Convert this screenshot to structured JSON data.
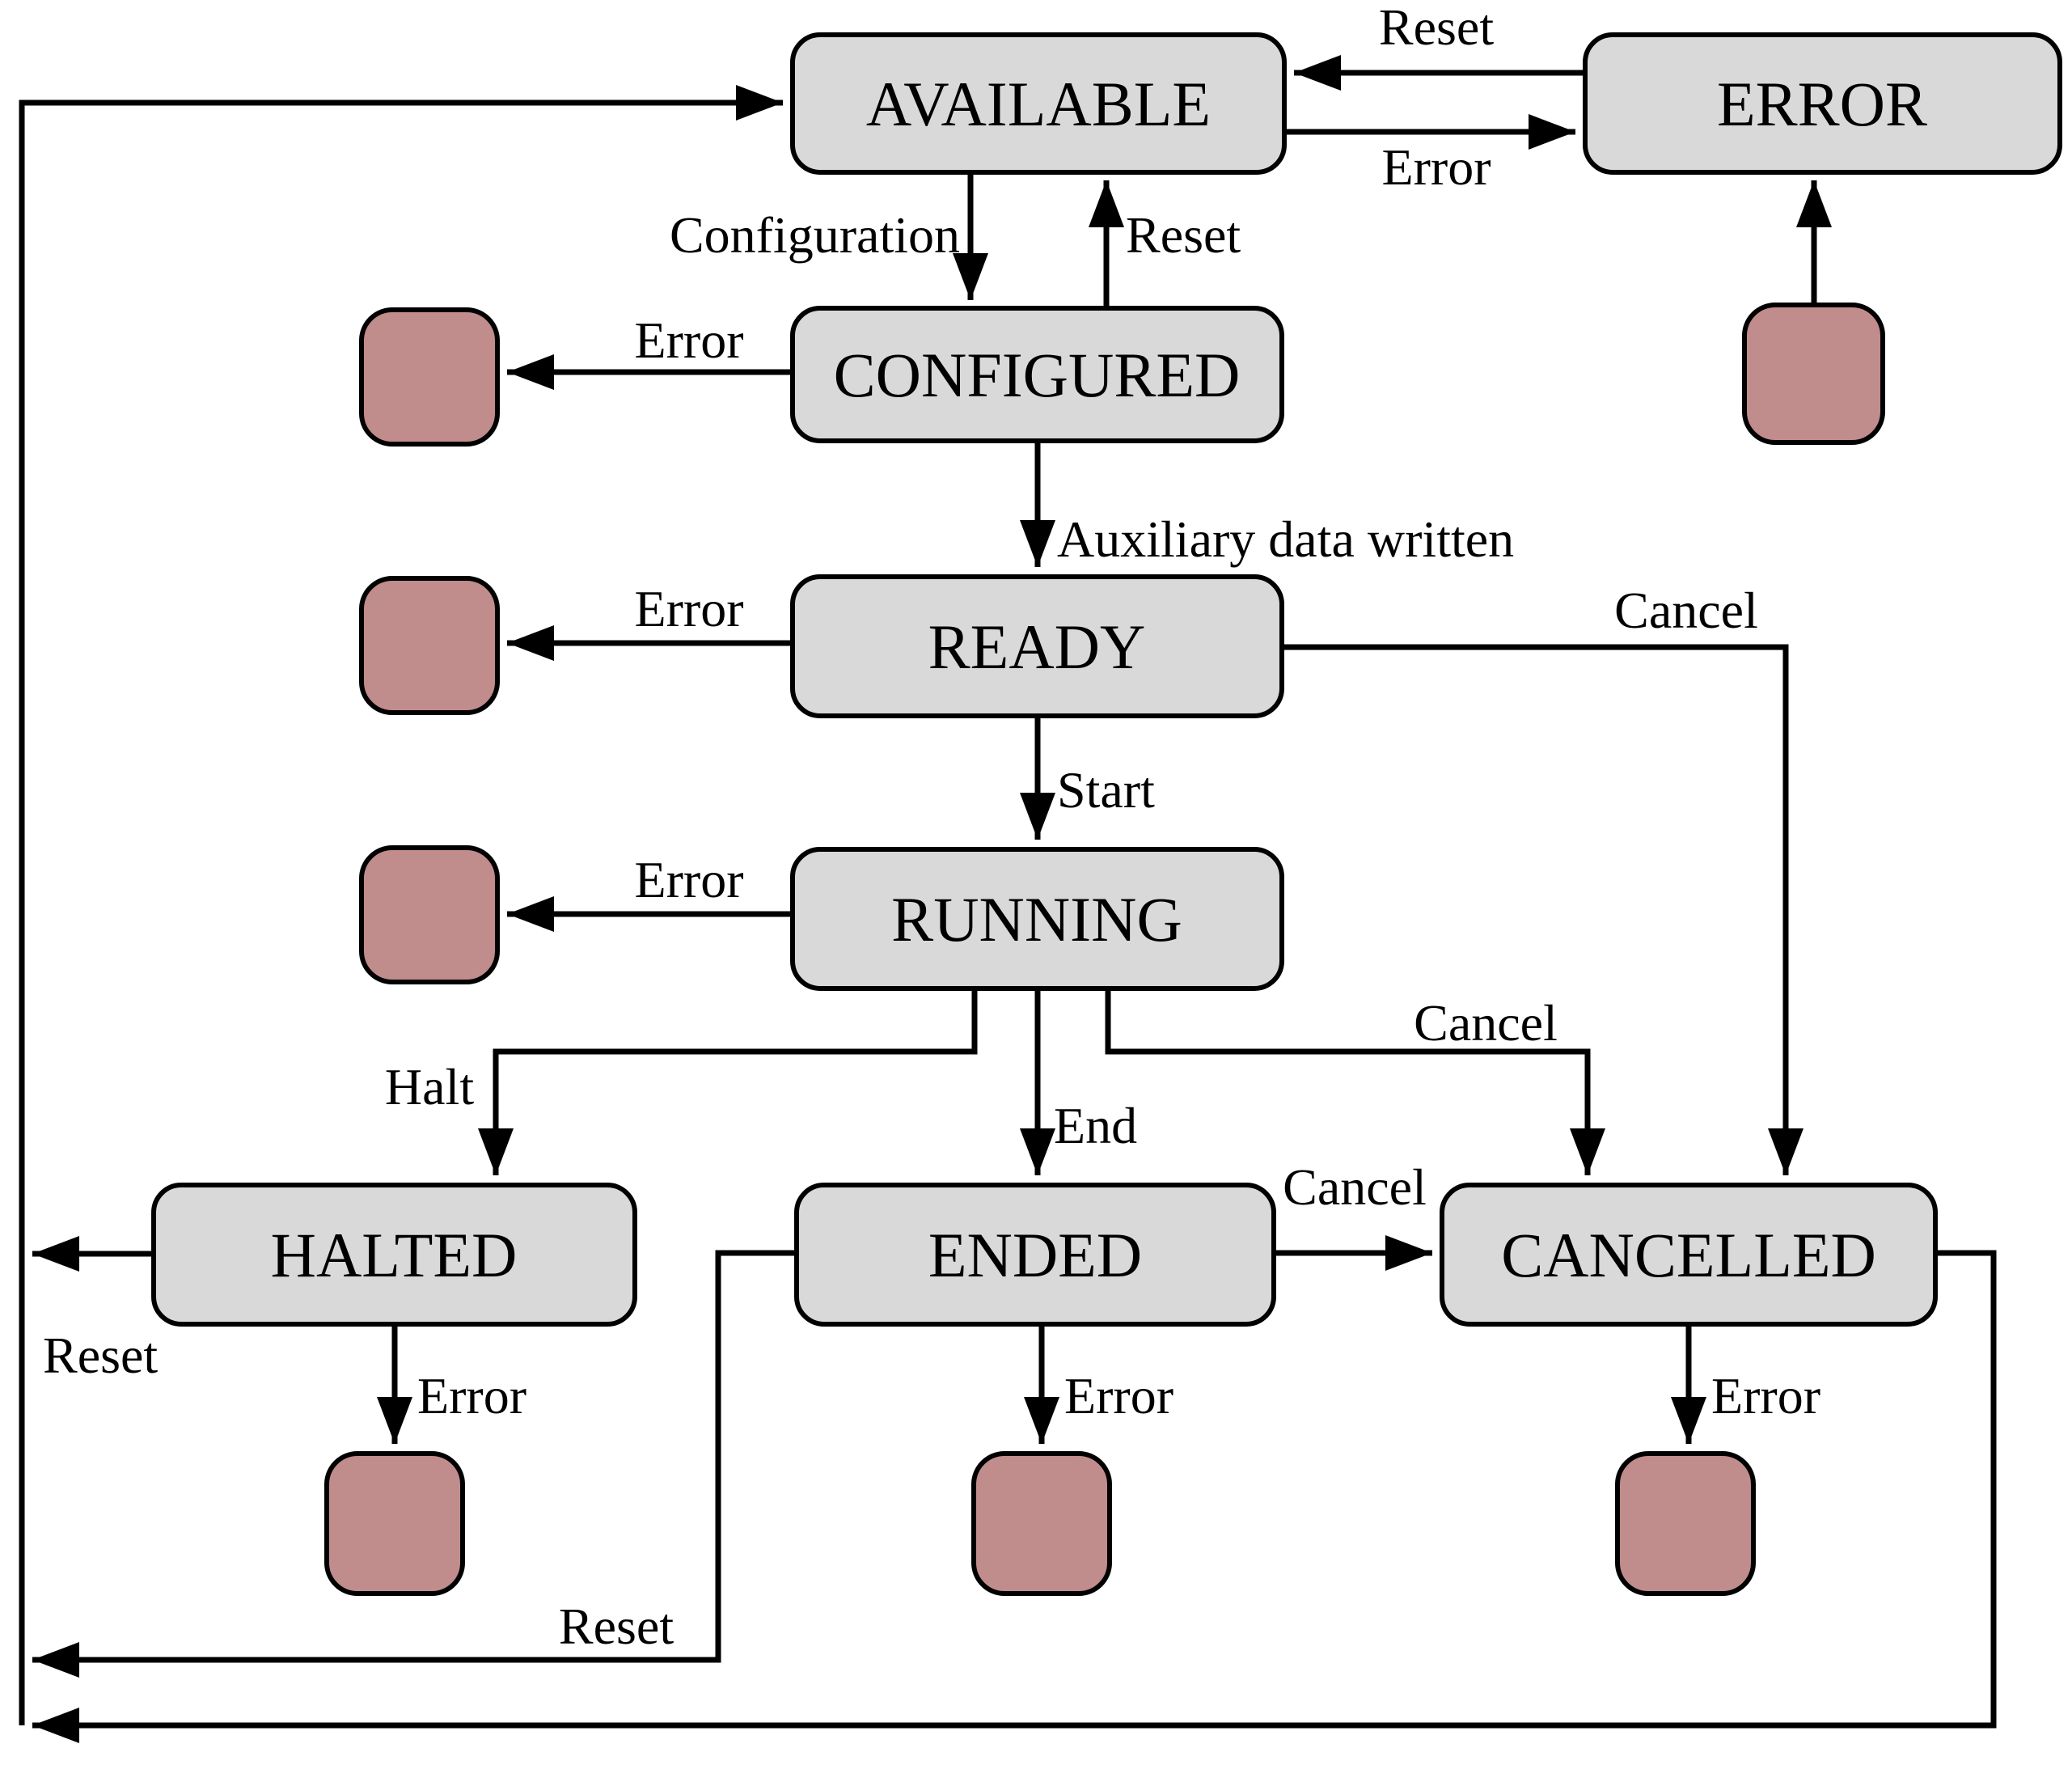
{
  "diagram": {
    "type": "state-machine",
    "colors": {
      "state_fill": "#d9d9d9",
      "error_terminal_fill": "#c18c8c",
      "line": "#000000",
      "background": "#ffffff"
    },
    "states": [
      {
        "label": "AVAILABLE"
      },
      {
        "label": "ERROR"
      },
      {
        "label": "CONFIGURED"
      },
      {
        "label": "READY"
      },
      {
        "label": "RUNNING"
      },
      {
        "label": "HALTED"
      },
      {
        "label": "ENDED"
      },
      {
        "label": "CANCELLED"
      }
    ],
    "transitions": [
      {
        "from": "ERROR",
        "to": "AVAILABLE",
        "label": "Reset"
      },
      {
        "from": "AVAILABLE",
        "to": "ERROR",
        "label": "Error"
      },
      {
        "from": "AVAILABLE",
        "to": "CONFIGURED",
        "label": "Configuration"
      },
      {
        "from": "CONFIGURED",
        "to": "AVAILABLE",
        "label": "Reset"
      },
      {
        "from": "CONFIGURED",
        "to": "error-terminal",
        "label": "Error"
      },
      {
        "from": "CONFIGURED",
        "to": "READY",
        "label": "Auxiliary data written"
      },
      {
        "from": "READY",
        "to": "error-terminal",
        "label": "Error"
      },
      {
        "from": "READY",
        "to": "CANCELLED",
        "label": "Cancel"
      },
      {
        "from": "READY",
        "to": "RUNNING",
        "label": "Start"
      },
      {
        "from": "RUNNING",
        "to": "error-terminal",
        "label": "Error"
      },
      {
        "from": "RUNNING",
        "to": "HALTED",
        "label": "Halt"
      },
      {
        "from": "RUNNING",
        "to": "ENDED",
        "label": "End"
      },
      {
        "from": "RUNNING",
        "to": "CANCELLED",
        "label": "Cancel"
      },
      {
        "from": "ENDED",
        "to": "CANCELLED",
        "label": "Cancel"
      },
      {
        "from": "HALTED",
        "to": "AVAILABLE",
        "label": "Reset"
      },
      {
        "from": "HALTED",
        "to": "error-terminal",
        "label": "Error"
      },
      {
        "from": "ENDED",
        "to": "error-terminal",
        "label": "Error"
      },
      {
        "from": "CANCELLED",
        "to": "error-terminal",
        "label": "Error"
      },
      {
        "from": "ENDED",
        "to": "AVAILABLE",
        "label": "Reset"
      },
      {
        "from": "CANCELLED",
        "to": "AVAILABLE",
        "label": ""
      },
      {
        "from": "error-terminal",
        "to": "ERROR",
        "label": ""
      }
    ]
  }
}
